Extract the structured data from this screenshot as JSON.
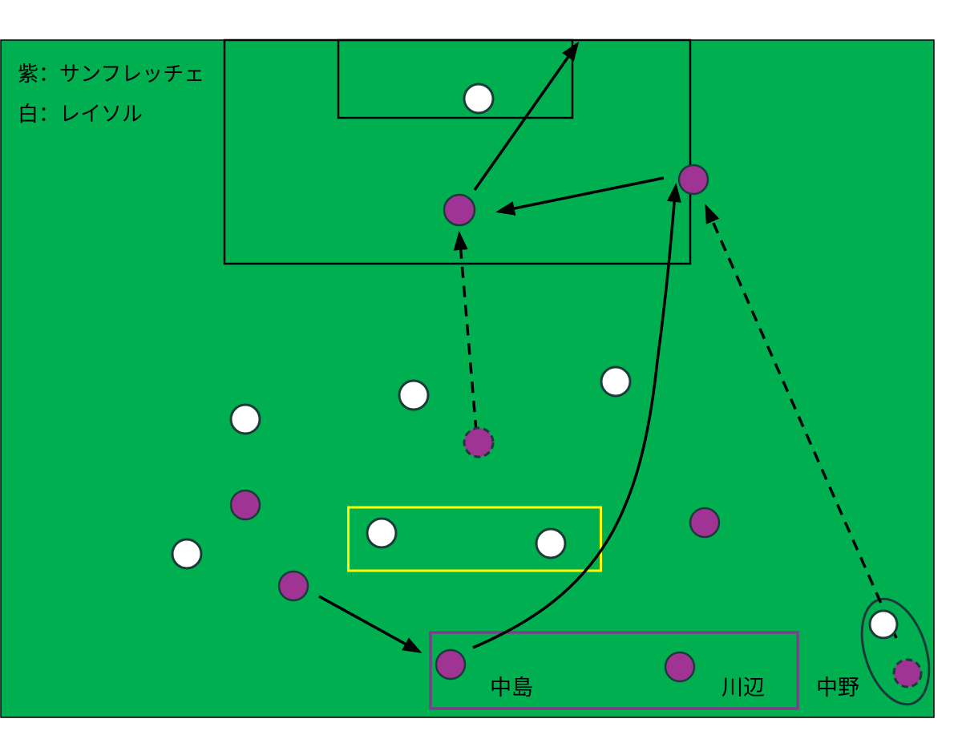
{
  "legend": {
    "purple_label": "紫：サンフレッチェ",
    "white_label": "白：レイソル"
  },
  "player_names": {
    "nakajima": "中島",
    "kawabe": "川辺",
    "nakano": "中野"
  },
  "colors": {
    "pitch": "#00b050",
    "purple_player": "#a03494",
    "white_player": "#ffffff",
    "player_outline": "#1b3a3a",
    "highlight_yellow": "#ffff00",
    "highlight_purple": "#7b3f8c",
    "lines": "#000000"
  }
}
